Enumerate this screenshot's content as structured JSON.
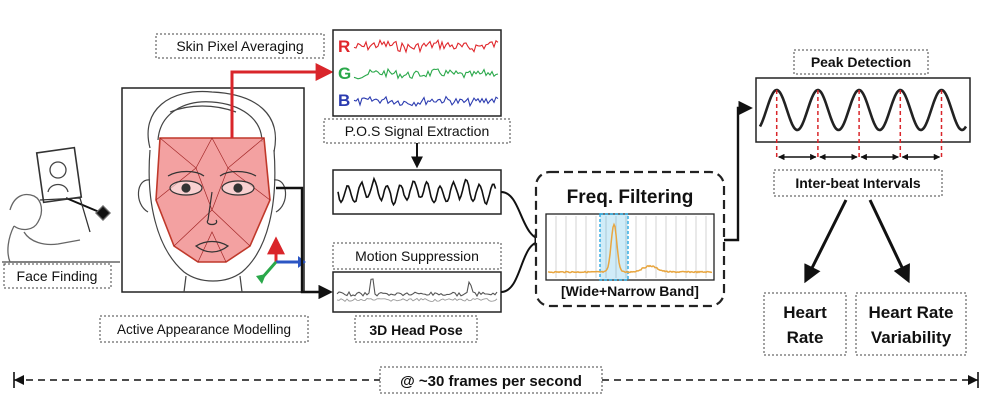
{
  "labels": {
    "skin_pixel_averaging": "Skin Pixel Averaging",
    "pos_signal_extraction": "P.O.S Signal Extraction",
    "motion_suppression": "Motion Suppression",
    "head_pose": "3D Head Pose",
    "face_finding": "Face Finding",
    "active_appearance_modelling": "Active Appearance Modelling",
    "freq_filtering": "Freq. Filtering",
    "wide_narrow_band": "[Wide+Narrow Band]",
    "peak_detection": "Peak Detection",
    "inter_beat_intervals": "Inter-beat Intervals",
    "heart_rate_line1": "Heart",
    "heart_rate_line2": "Rate",
    "hrv_line1": "Heart Rate",
    "hrv_line2": "Variability",
    "frame_rate": "@ ~30 frames per second"
  },
  "channels": [
    {
      "letter": "R",
      "color": "#e0262b"
    },
    {
      "letter": "G",
      "color": "#2aa84a"
    },
    {
      "letter": "B",
      "color": "#2b3bb0"
    }
  ],
  "colors": {
    "accent_red": "#d9252a",
    "face_mask": "#f08a8a",
    "highlight_blue": "#2aa9e0",
    "band_orange": "#e8a640"
  }
}
